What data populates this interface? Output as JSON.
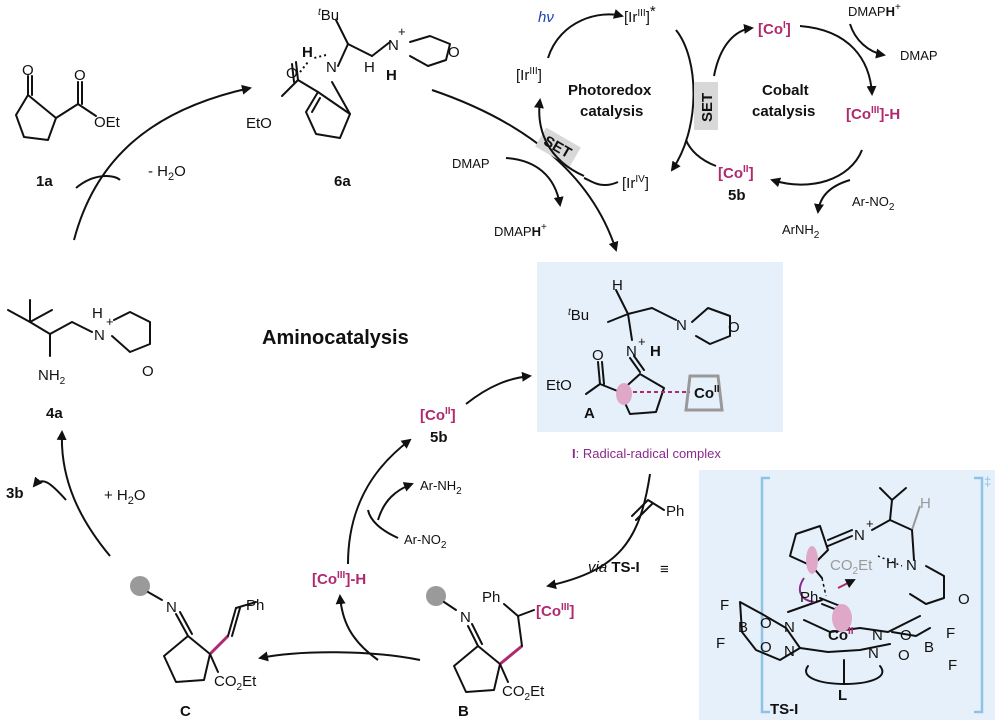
{
  "compounds": {
    "c1a": "1a",
    "c6a": "6a",
    "c4a": "4a",
    "c3b": "3b",
    "c5b": "5b",
    "c5b_top": "5b",
    "A": "A",
    "B": "B",
    "C": "C",
    "TS": "TS-I"
  },
  "mol": {
    "O": "O",
    "OEt": "OEt",
    "EtO": "EtO",
    "tBu_sup": "t",
    "Bu": "Bu",
    "H": "H",
    "N": "N",
    "NH2": "NH",
    "two": "2",
    "plus": "+",
    "Ph": "Ph",
    "CO2Et_pre": "CO",
    "Et": "Et",
    "CoII": "Co",
    "II": "II",
    "Co": "Co",
    "L": "L",
    "F": "F",
    "B": "B",
    "dag": "‡"
  },
  "cycles": {
    "photoredox": [
      "Photoredox",
      "catalysis"
    ],
    "cobalt": [
      "Cobalt",
      "catalysis"
    ],
    "amino": "Aminocatalysis",
    "set": "SET"
  },
  "reagents": {
    "minus_h2o": "- H",
    "minus_h2o_end": "O",
    "plus_h2o": "+ H",
    "plus_h2o_end": "O",
    "hv": "hν",
    "dmap": "DMAP",
    "dmaph": "DMAP",
    "dmaph_H": "H",
    "arno2": "Ar-NO",
    "arnh2": "ArNH",
    "ar_nh2": "Ar-NH",
    "ar_no2": "Ar-NO",
    "styrene_ph": "Ph",
    "via": "via",
    "tsi": "TS-I",
    "equiv": "≡"
  },
  "ir": {
    "irIII": "III",
    "irIIIstar": "III",
    "irIV": "IV",
    "ir": "[Ir",
    "rb": "]",
    "star": "*"
  },
  "co": {
    "coI": "[Co",
    "coI_ox": "I",
    "coIIIH": "[Co",
    "coIIIH_ox": "III",
    "coIIIH_end": "]-H",
    "coII": "[Co",
    "coII_ox": "II",
    "rb": "]"
  },
  "caption": {
    "bold": "I",
    "text": ": Radical-radical complex"
  },
  "colors": {
    "cobalt": "#b0286e",
    "purple": "#8a2a8a",
    "panel": "#e6f0fa",
    "bracket": "#8ec3e6",
    "blue": "#1f3fbf"
  }
}
